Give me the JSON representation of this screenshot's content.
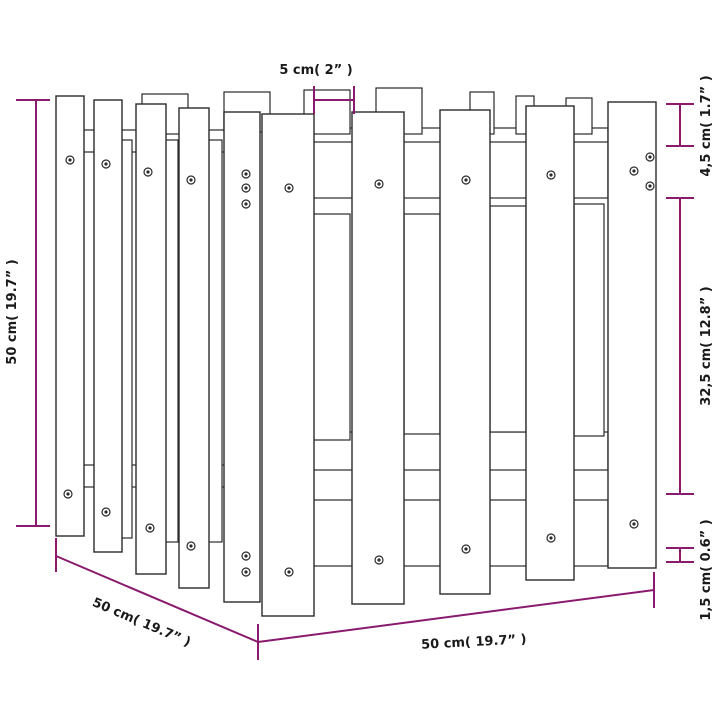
{
  "colors": {
    "dimension": "#8a1a6e",
    "outline": "#2a2a2a",
    "background": "#ffffff"
  },
  "labels": {
    "top_width": "5 cm( 2” )",
    "height_total": "50 cm( 19.7” )",
    "top_gap": "4,5 cm( 1.7” )",
    "middle_gap": "32,5 cm( 12.8” )",
    "bottom_gap": "1,5 cm( 0.6” )",
    "depth": "50 cm( 19.7” )",
    "width": "50 cm( 19.7” )"
  },
  "product": {
    "icon": "picket-fence-planter-icon"
  }
}
